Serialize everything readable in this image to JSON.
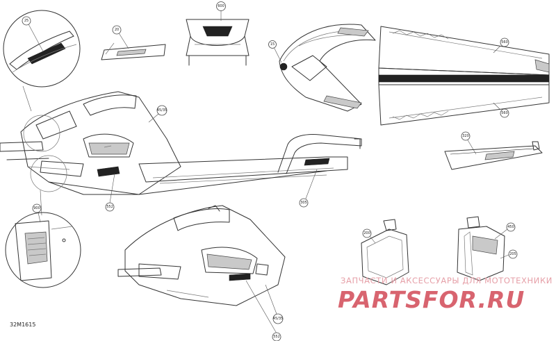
{
  "diagram": {
    "reference_code": "32M1615",
    "watermark": {
      "line1": "ЗАПЧАСТИ И АКСЕССУАРЫ ДЛЯ МОТОТЕХНИКИ",
      "line2": "PARTSFOR.RU",
      "color": "#d8646f"
    },
    "callouts": {
      "c25": "25",
      "c20": "20",
      "c600": "600",
      "c15": "15",
      "c560a": "560",
      "c560b": "560",
      "c45_35_top": "45/35",
      "c320": "320",
      "c305": "305",
      "c552_top": "552",
      "c900": "900",
      "c200": "200",
      "c450": "450",
      "c205": "205",
      "c45_35_bottom": "45/35",
      "c552_bottom": "552"
    }
  }
}
